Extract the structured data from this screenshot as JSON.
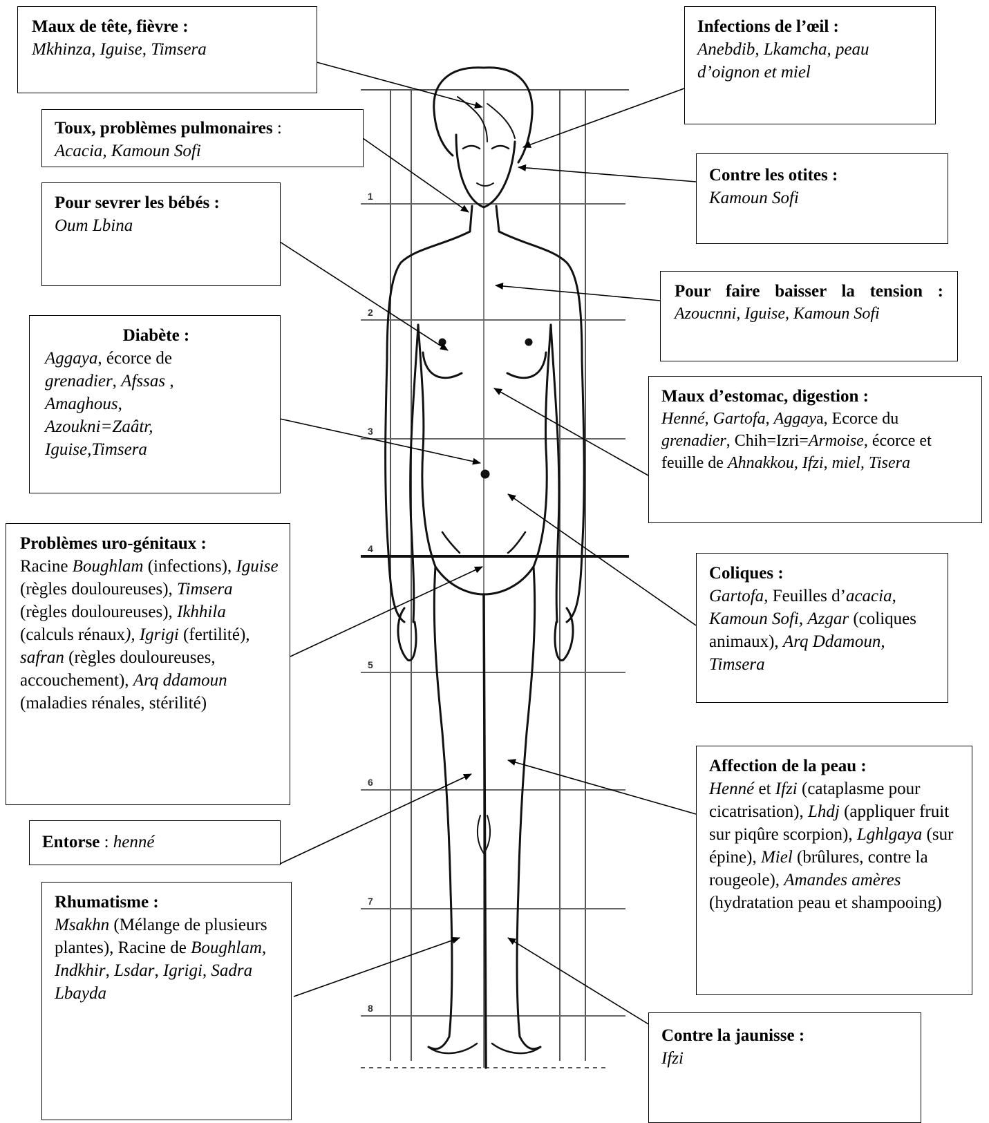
{
  "boxes": {
    "maux_tete": {
      "title": "Maux de tête, fièvre :",
      "body": [
        {
          "t": "Mkhinza, Iguise, Timsera",
          "i": true
        }
      ]
    },
    "toux": {
      "title": "Toux, problèmes pulmonaires",
      "title_suffix": " :",
      "body": [
        {
          "t": "Acacia, Kamoun Sofi",
          "i": true
        }
      ]
    },
    "sevrer": {
      "title": "Pour sevrer les bébés :",
      "body": [
        {
          "t": "Oum Lbina",
          "i": true
        }
      ]
    },
    "diabete": {
      "title": "Diabète :",
      "body": [
        {
          "t": "Aggaya",
          "i": true
        },
        {
          "t": ", écorce de ",
          "i": false
        },
        {
          "t": "grenadier",
          "i": true
        },
        {
          "t": ", ",
          "i": false
        },
        {
          "t": "Afssas",
          "i": true
        },
        {
          "t": " , ",
          "i": false
        },
        {
          "t": "Amaghous",
          "i": true
        },
        {
          "t": ", ",
          "i": false
        },
        {
          "t": "Azoukni=Zaâtr, Iguise,Timsera",
          "i": true
        }
      ]
    },
    "uro": {
      "title": "Problèmes uro-génitaux :",
      "body": [
        {
          "t": "Racine ",
          "i": false
        },
        {
          "t": "Boughlam",
          "i": true
        },
        {
          "t": " (infections), ",
          "i": false
        },
        {
          "t": "Iguise",
          "i": true
        },
        {
          "t": " (règles douloureuses), ",
          "i": false
        },
        {
          "t": "Timsera",
          "i": true
        },
        {
          "t": " (règles douloureuses), ",
          "i": false
        },
        {
          "t": "Ikhhila",
          "i": true
        },
        {
          "t": " (calculs rénaux",
          "i": false
        },
        {
          "t": "), Igrigi",
          "i": true
        },
        {
          "t": " (fertilité), ",
          "i": false
        },
        {
          "t": "safran",
          "i": true
        },
        {
          "t": " (règles douloureuses, accouchement), ",
          "i": false
        },
        {
          "t": "Arq ddamoun",
          "i": true
        },
        {
          "t": " (maladies rénales, stérilité)",
          "i": false
        }
      ]
    },
    "entorse": {
      "title": "Entorse",
      "title_suffix": " : ",
      "body": [
        {
          "t": "henné",
          "i": true
        }
      ]
    },
    "rhumatisme": {
      "title": "Rhumatisme :",
      "body": [
        {
          "t": "Msakhn",
          "i": true
        },
        {
          "t": " (Mélange de plusieurs plantes), Racine de ",
          "i": false
        },
        {
          "t": "Boughlam",
          "i": true
        },
        {
          "t": ", ",
          "i": false
        },
        {
          "t": "Indkhir",
          "i": true
        },
        {
          "t": ", ",
          "i": false
        },
        {
          "t": "Lsdar",
          "i": true
        },
        {
          "t": ", ",
          "i": false
        },
        {
          "t": "Igrigi, Sadra Lbayda",
          "i": true
        }
      ]
    },
    "oeil": {
      "title": "Infections de l’œil :",
      "body": [
        {
          "t": "Anebdib, Lkamcha, peau d’oignon et miel",
          "i": true
        }
      ]
    },
    "otites": {
      "title": "Contre les otites :",
      "body": [
        {
          "t": "Kamoun Sofi",
          "i": true
        }
      ]
    },
    "tension": {
      "title": "Pour faire baisser la tension :",
      "body": [
        {
          "t": "Azoucnni, Iguise, Kamoun Sofi",
          "i": true
        }
      ]
    },
    "estomac": {
      "title": "Maux d’estomac, digestion :",
      "body": [
        {
          "t": "Henné",
          "i": true
        },
        {
          "t": ", ",
          "i": false
        },
        {
          "t": "Gartofa",
          "i": true
        },
        {
          "t": ", ",
          "i": false
        },
        {
          "t": "Aggay",
          "i": true
        },
        {
          "t": "a, Ecorce du ",
          "i": false
        },
        {
          "t": "grenadier",
          "i": true
        },
        {
          "t": ", Chih=Izri=",
          "i": false
        },
        {
          "t": "Armoise",
          "i": true
        },
        {
          "t": ", écorce et feuille de ",
          "i": false
        },
        {
          "t": "Ahnakkou",
          "i": true
        },
        {
          "t": ", ",
          "i": false
        },
        {
          "t": "Ifzi",
          "i": true
        },
        {
          "t": ", ",
          "i": false
        },
        {
          "t": "miel, Tisera",
          "i": true
        }
      ]
    },
    "coliques": {
      "title": "Coliques :",
      "body": [
        {
          "t": "Gartofa",
          "i": true
        },
        {
          "t": ", Feuilles d’",
          "i": false
        },
        {
          "t": "acacia",
          "i": true
        },
        {
          "t": ", ",
          "i": false
        },
        {
          "t": "Kamoun Sofi",
          "i": true
        },
        {
          "t": ", ",
          "i": false
        },
        {
          "t": "Azgar",
          "i": true
        },
        {
          "t": " (coliques animaux), ",
          "i": false
        },
        {
          "t": "Arq Ddamoun, Timsera",
          "i": true
        }
      ]
    },
    "peau": {
      "title": "Affection de la peau :",
      "body": [
        {
          "t": "Henné",
          "i": true
        },
        {
          "t": " et ",
          "i": false
        },
        {
          "t": "Ifzi",
          "i": true
        },
        {
          "t": " (cataplasme pour cicatrisation), ",
          "i": false
        },
        {
          "t": "Lhdj",
          "i": true
        },
        {
          "t": " (appliquer fruit sur piqûre scorpion), ",
          "i": false
        },
        {
          "t": "Lghlgaya",
          "i": true
        },
        {
          "t": " (sur épine), ",
          "i": false
        },
        {
          "t": "Miel",
          "i": true
        },
        {
          "t": " (brûlures, contre la rougeole), ",
          "i": false
        },
        {
          "t": "Amandes amères",
          "i": true
        },
        {
          "t": " (hydratation peau et shampooing)",
          "i": false
        }
      ]
    },
    "jaunisse": {
      "title": "Contre la jaunisse :",
      "body": [
        {
          "t": "Ifzi",
          "i": true
        }
      ]
    }
  },
  "figure": {
    "row_numbers": [
      "1",
      "2",
      "3",
      "4",
      "5",
      "6",
      "7",
      "8"
    ]
  }
}
